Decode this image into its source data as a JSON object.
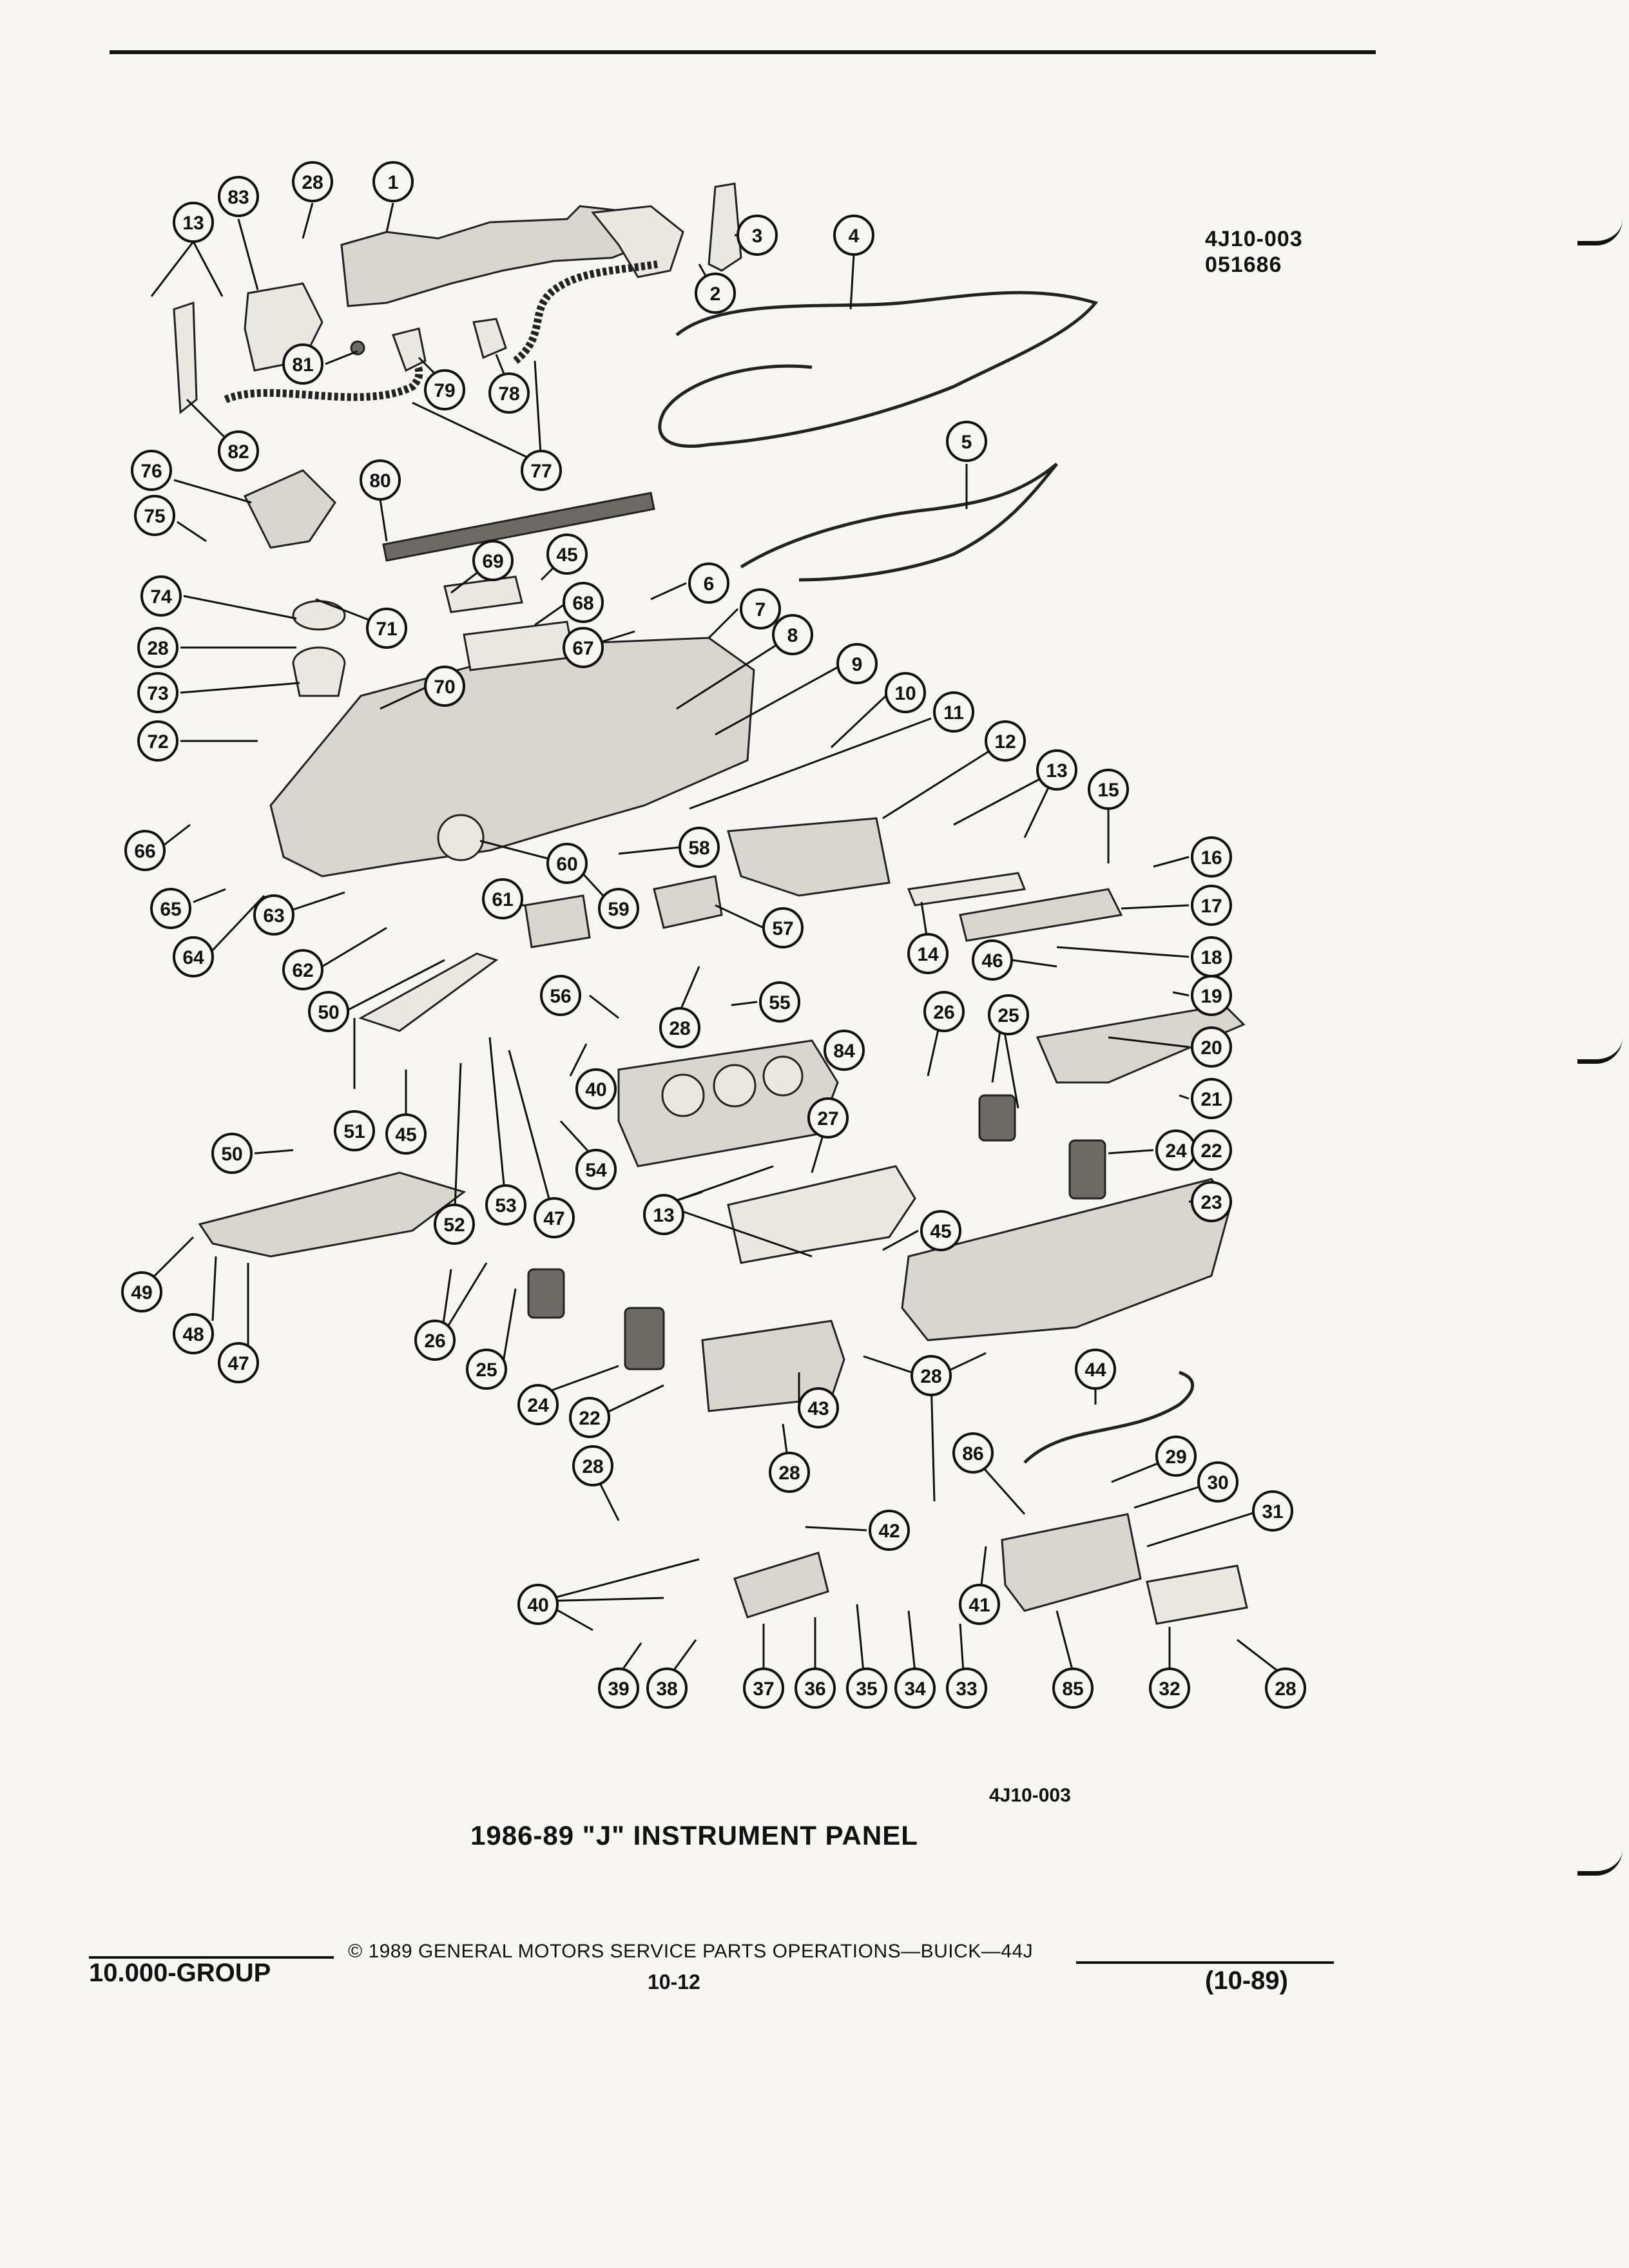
{
  "drawing_ref": {
    "code": "4J10-003",
    "date_code": "051686"
  },
  "bottom_code": "4J10-003",
  "title": "1986-89 \"J\" INSTRUMENT PANEL",
  "footer": {
    "group": "10.000-GROUP",
    "copyright": "© 1989 GENERAL MOTORS SERVICE PARTS OPERATIONS—BUICK—44J",
    "page": "10-12",
    "date": "(10-89)"
  },
  "callouts": [
    {
      "id": "c13a",
      "label": "13"
    },
    {
      "id": "c83",
      "label": "83"
    },
    {
      "id": "c28a",
      "label": "28"
    },
    {
      "id": "c1",
      "label": "1"
    },
    {
      "id": "c3",
      "label": "3"
    },
    {
      "id": "c4",
      "label": "4"
    },
    {
      "id": "c2",
      "label": "2"
    },
    {
      "id": "c81",
      "label": "81"
    },
    {
      "id": "c79",
      "label": "79"
    },
    {
      "id": "c78",
      "label": "78"
    },
    {
      "id": "c82",
      "label": "82"
    },
    {
      "id": "c77",
      "label": "77"
    },
    {
      "id": "c76",
      "label": "76"
    },
    {
      "id": "c80",
      "label": "80"
    },
    {
      "id": "c5",
      "label": "5"
    },
    {
      "id": "c75",
      "label": "75"
    },
    {
      "id": "c69",
      "label": "69"
    },
    {
      "id": "c45a",
      "label": "45"
    },
    {
      "id": "c74",
      "label": "74"
    },
    {
      "id": "c71",
      "label": "71"
    },
    {
      "id": "c68",
      "label": "68"
    },
    {
      "id": "c6",
      "label": "6"
    },
    {
      "id": "c7",
      "label": "7"
    },
    {
      "id": "c67",
      "label": "67"
    },
    {
      "id": "c28b",
      "label": "28"
    },
    {
      "id": "c8",
      "label": "8"
    },
    {
      "id": "c9",
      "label": "9"
    },
    {
      "id": "c73",
      "label": "73"
    },
    {
      "id": "c70",
      "label": "70"
    },
    {
      "id": "c10",
      "label": "10"
    },
    {
      "id": "c72",
      "label": "72"
    },
    {
      "id": "c11",
      "label": "11"
    },
    {
      "id": "c12",
      "label": "12"
    },
    {
      "id": "c13b",
      "label": "13"
    },
    {
      "id": "c15",
      "label": "15"
    },
    {
      "id": "c66",
      "label": "66"
    },
    {
      "id": "c58",
      "label": "58"
    },
    {
      "id": "c60",
      "label": "60"
    },
    {
      "id": "c16",
      "label": "16"
    },
    {
      "id": "c65",
      "label": "65"
    },
    {
      "id": "c59",
      "label": "59"
    },
    {
      "id": "c17",
      "label": "17"
    },
    {
      "id": "c63",
      "label": "63"
    },
    {
      "id": "c61",
      "label": "61"
    },
    {
      "id": "c57",
      "label": "57"
    },
    {
      "id": "c14",
      "label": "14"
    },
    {
      "id": "c46",
      "label": "46"
    },
    {
      "id": "c18",
      "label": "18"
    },
    {
      "id": "c64",
      "label": "64"
    },
    {
      "id": "c62",
      "label": "62"
    },
    {
      "id": "c19",
      "label": "19"
    },
    {
      "id": "c56",
      "label": "56"
    },
    {
      "id": "c55",
      "label": "55"
    },
    {
      "id": "c26a",
      "label": "26"
    },
    {
      "id": "c25a",
      "label": "25"
    },
    {
      "id": "c50a",
      "label": "50"
    },
    {
      "id": "c28c",
      "label": "28"
    },
    {
      "id": "c20",
      "label": "20"
    },
    {
      "id": "c84",
      "label": "84"
    },
    {
      "id": "c40a",
      "label": "40"
    },
    {
      "id": "c21",
      "label": "21"
    },
    {
      "id": "c27",
      "label": "27"
    },
    {
      "id": "c51",
      "label": "51"
    },
    {
      "id": "c45b",
      "label": "45"
    },
    {
      "id": "c24a",
      "label": "24"
    },
    {
      "id": "c50b",
      "label": "50"
    },
    {
      "id": "c54",
      "label": "54"
    },
    {
      "id": "c22a",
      "label": "22"
    },
    {
      "id": "c13c",
      "label": "13"
    },
    {
      "id": "c23",
      "label": "23"
    },
    {
      "id": "c53",
      "label": "53"
    },
    {
      "id": "c47a",
      "label": "47"
    },
    {
      "id": "c52",
      "label": "52"
    },
    {
      "id": "c45c",
      "label": "45"
    },
    {
      "id": "c49",
      "label": "49"
    },
    {
      "id": "c48",
      "label": "48"
    },
    {
      "id": "c47b",
      "label": "47"
    },
    {
      "id": "c26b",
      "label": "26"
    },
    {
      "id": "c25b",
      "label": "25"
    },
    {
      "id": "c24b",
      "label": "24"
    },
    {
      "id": "c43",
      "label": "43"
    },
    {
      "id": "c28d",
      "label": "28"
    },
    {
      "id": "c44",
      "label": "44"
    },
    {
      "id": "c22b",
      "label": "22"
    },
    {
      "id": "c28e",
      "label": "28"
    },
    {
      "id": "c29",
      "label": "29"
    },
    {
      "id": "c86",
      "label": "86"
    },
    {
      "id": "c30",
      "label": "30"
    },
    {
      "id": "c28f",
      "label": "28"
    },
    {
      "id": "c31",
      "label": "31"
    },
    {
      "id": "c42",
      "label": "42"
    },
    {
      "id": "c40b",
      "label": "40"
    },
    {
      "id": "c41",
      "label": "41"
    },
    {
      "id": "c39",
      "label": "39"
    },
    {
      "id": "c38",
      "label": "38"
    },
    {
      "id": "c37",
      "label": "37"
    },
    {
      "id": "c36",
      "label": "36"
    },
    {
      "id": "c35",
      "label": "35"
    },
    {
      "id": "c34",
      "label": "34"
    },
    {
      "id": "c33",
      "label": "33"
    },
    {
      "id": "c85",
      "label": "85"
    },
    {
      "id": "c32",
      "label": "32"
    },
    {
      "id": "c28g",
      "label": "28"
    }
  ]
}
